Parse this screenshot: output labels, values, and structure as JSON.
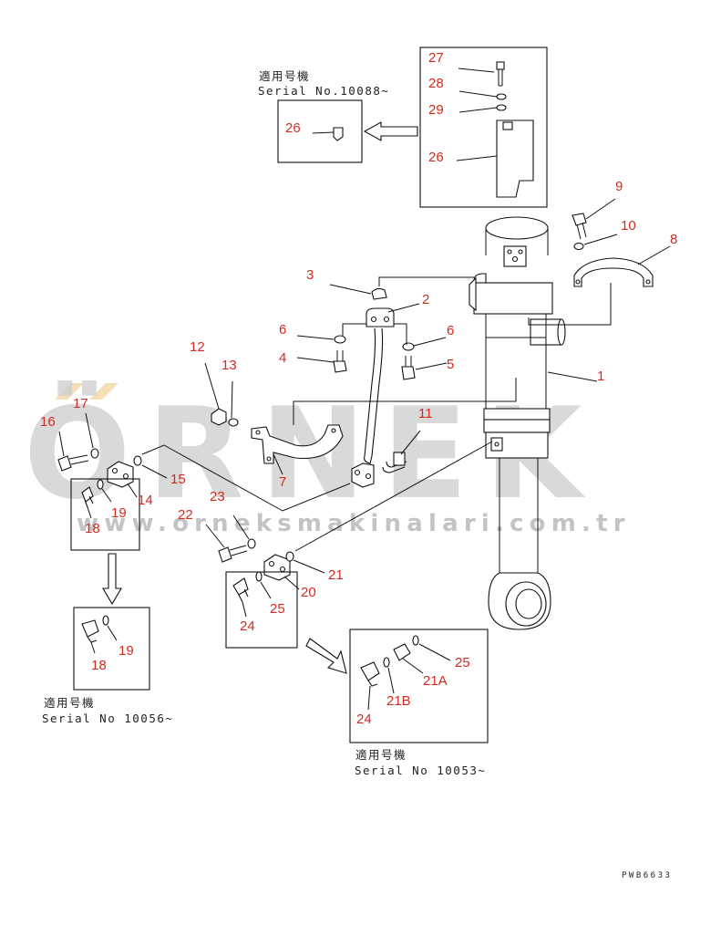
{
  "watermark": {
    "brand": "ÖRNEK",
    "url": "www.orneksmakinalari.com.tr"
  },
  "labels": {
    "p1": "1",
    "p2": "2",
    "p3": "3",
    "p4": "4",
    "p5": "5",
    "p6a": "6",
    "p6b": "6",
    "p7": "7",
    "p8": "8",
    "p9": "9",
    "p10": "10",
    "p11": "11",
    "p12": "12",
    "p13": "13",
    "p14": "14",
    "p15": "15",
    "p16": "16",
    "p17": "17",
    "p18a": "18",
    "p18b": "18",
    "p19a": "19",
    "p19b": "19",
    "p20": "20",
    "p21": "21",
    "p21a": "21A",
    "p21b": "21B",
    "p22": "22",
    "p23": "23",
    "p24a": "24",
    "p24b": "24",
    "p25a": "25",
    "p25b": "25",
    "p26a": "26",
    "p26b": "26",
    "p27": "27",
    "p28": "28",
    "p29": "29"
  },
  "notes": {
    "top_applicable": "適用号機",
    "top_serial": "Serial No.10088~",
    "left_applicable": "適用号機",
    "left_serial": "Serial No 10056~",
    "right_applicable": "適用号機",
    "right_serial": "Serial No 10053~"
  },
  "drawing_code": "PWB6633"
}
